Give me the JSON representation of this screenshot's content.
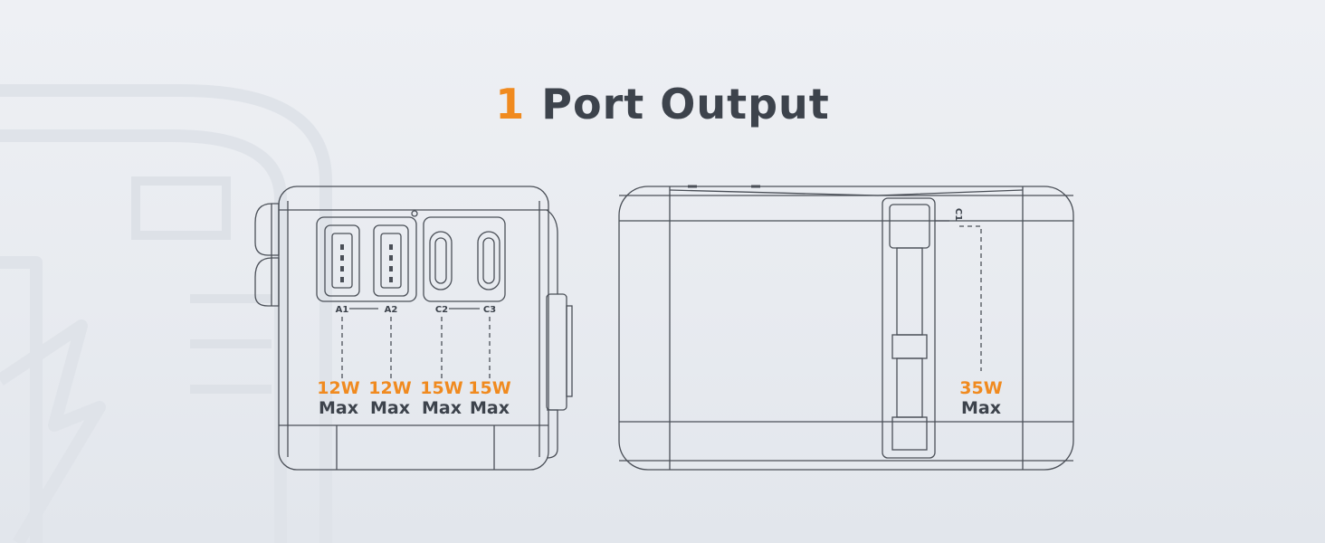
{
  "title": {
    "number": "1",
    "text": "Port Output"
  },
  "colors": {
    "accent": "#f08a1f",
    "text": "#3d434c",
    "line": "#4a4f57"
  },
  "left_device": {
    "ports": [
      {
        "id": "A1",
        "watt": "12W",
        "max": "Max",
        "type": "usb-a"
      },
      {
        "id": "A2",
        "watt": "12W",
        "max": "Max",
        "type": "usb-a"
      },
      {
        "id": "C2",
        "watt": "15W",
        "max": "Max",
        "type": "usb-c"
      },
      {
        "id": "C3",
        "watt": "15W",
        "max": "Max",
        "type": "usb-c"
      }
    ]
  },
  "right_device": {
    "port": {
      "id": "C1",
      "watt": "35W",
      "max": "Max",
      "type": "usb-c"
    }
  }
}
